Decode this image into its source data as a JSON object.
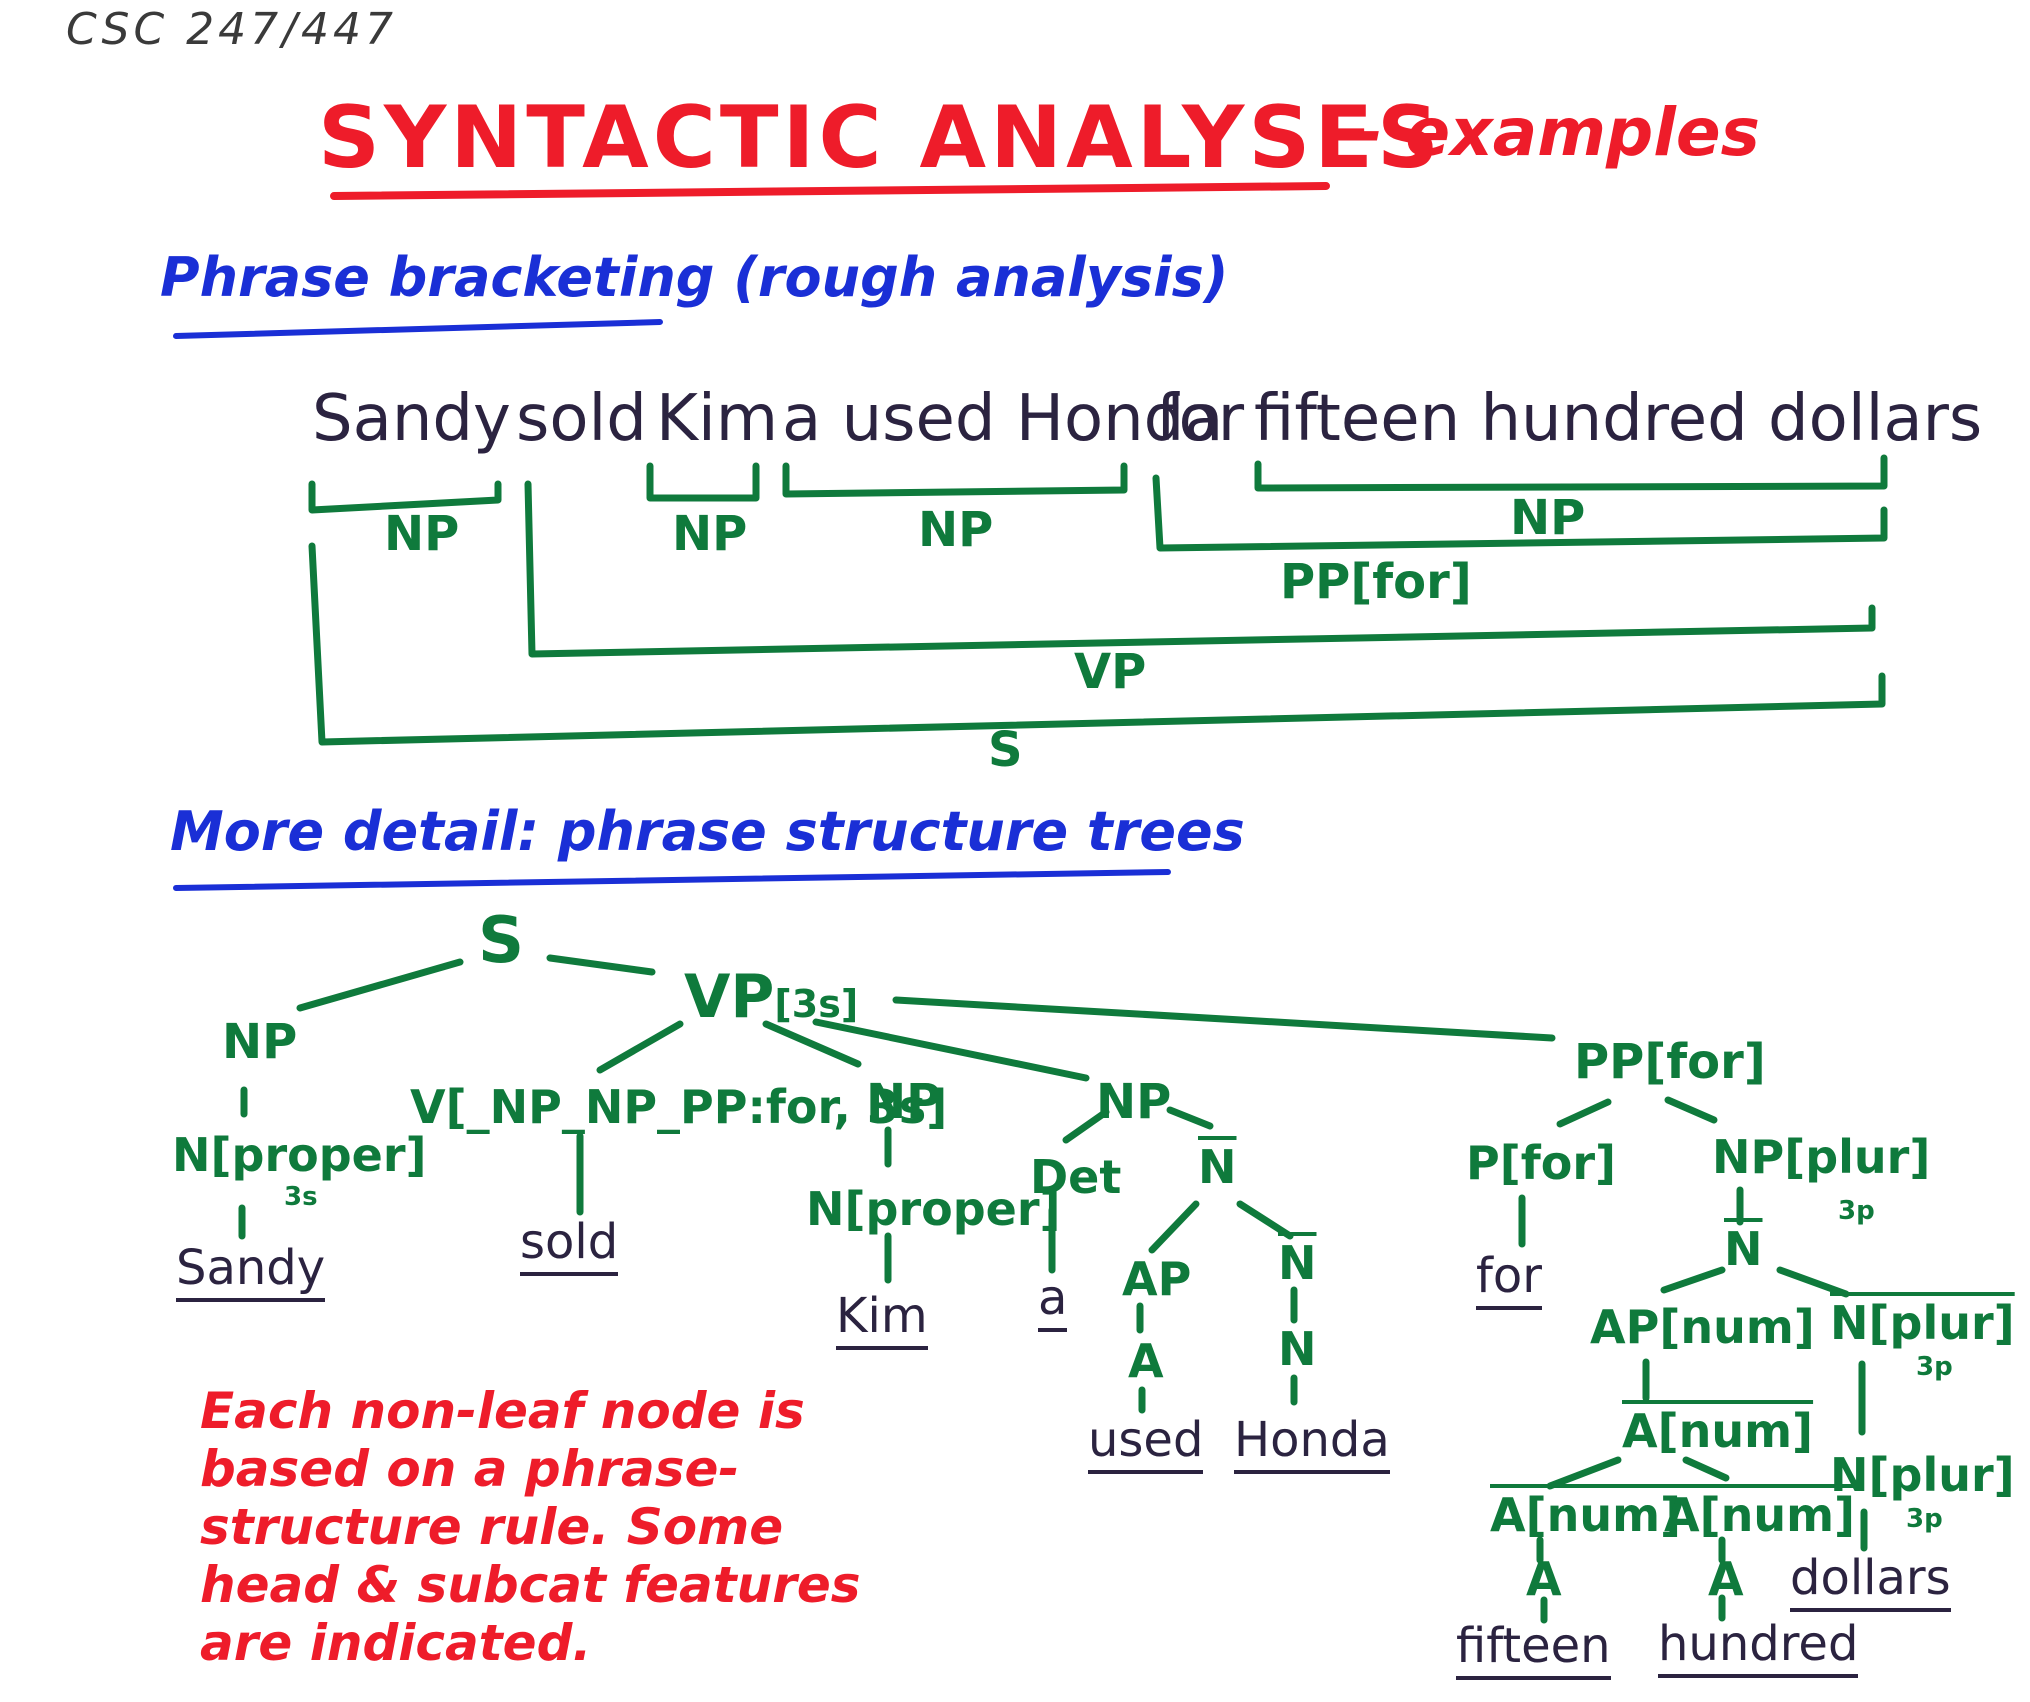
{
  "header": {
    "course": "CSC 247/447",
    "title": "SYNTACTIC ANALYSES",
    "subtitle": "- examples"
  },
  "section1": {
    "heading": "Phrase bracketing (rough analysis)",
    "sentence": "Sandy sold Kim a used Honda for fifteen hundred dollars",
    "words": [
      "Sandy",
      "sold",
      "Kim",
      "a used Honda",
      "for",
      "fifteen hundred dollars"
    ],
    "brackets": [
      "NP",
      "NP",
      "NP",
      "NP",
      "PP[for]",
      "VP",
      "S"
    ]
  },
  "section2": {
    "heading": "More detail: phrase structure trees",
    "nodes": {
      "s": "S",
      "vp": "VP",
      "vp_feat": "[3s]",
      "np_subj": "NP",
      "n_proper_subj": "N[proper]",
      "n_proper_subj_feat": "3s",
      "v": "V[_NP_NP_PP:for, 3s]",
      "np_obj1": "NP",
      "n_proper_obj1": "N[proper]",
      "np_obj2": "NP",
      "det": "Det",
      "nbar1": "N",
      "ap1": "AP",
      "a1": "A",
      "nbar2": "N",
      "n1": "N",
      "pp": "PP[for]",
      "p": "P[for]",
      "np_plur": "NP[plur]",
      "np_plur_feat": "3p",
      "nbar3": "N",
      "ap_num": "AP[num]",
      "nbar_plur": "N[plur]",
      "nbar_plur_feat": "3p",
      "abar_num": "A[num]",
      "abar_num_l": "A[num]",
      "abar_num_r": "A[num]",
      "n_plur": "N[plur]",
      "n_plur_feat": "3p",
      "a2": "A",
      "a3": "A"
    },
    "leaves": {
      "sandy": "Sandy",
      "sold": "sold",
      "kim": "Kim",
      "a": "a",
      "used": "used",
      "honda": "Honda",
      "for": "for",
      "fifteen": "fifteen",
      "hundred": "hundred",
      "dollars": "dollars"
    }
  },
  "note": "Each non-leaf node is based on a phrase-structure rule. Some head & subcat features are indicated.",
  "colors": {
    "title": "#ee1c2a",
    "heading": "#1a2fd6",
    "tree": "#0f7a3c",
    "words": "#2b2340",
    "note": "#ee1c2a"
  }
}
